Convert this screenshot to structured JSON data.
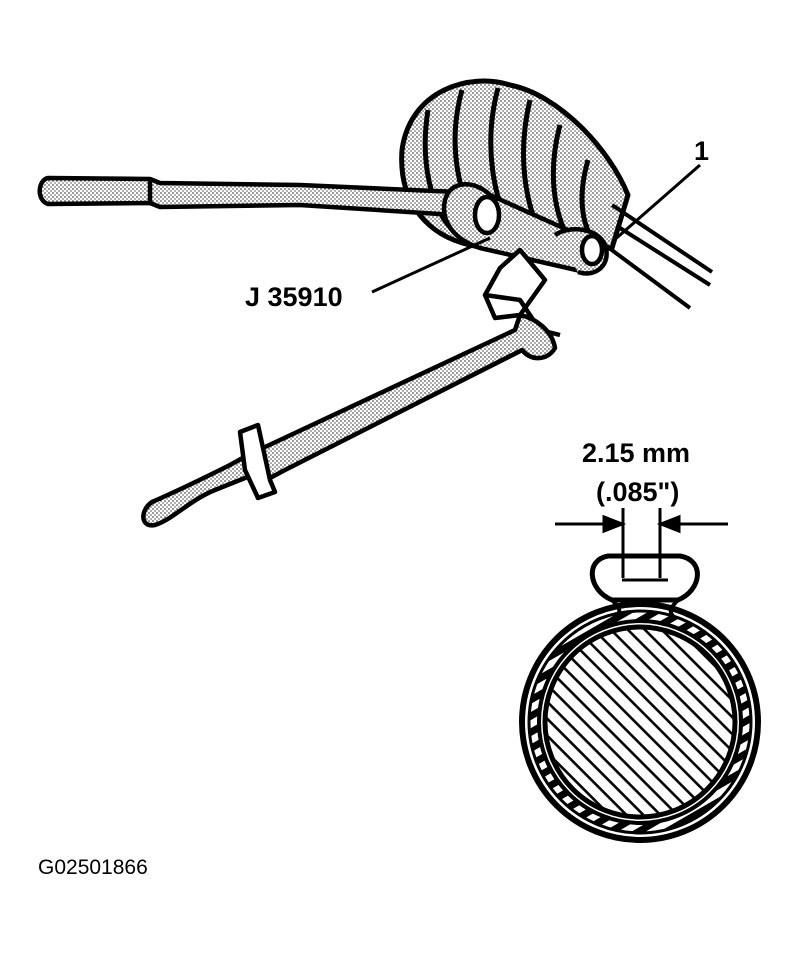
{
  "labels": {
    "callout_number": "1",
    "tool_number": "J 35910",
    "gap_metric": "2.15 mm",
    "gap_imperial": "(.085\")",
    "figure_code": "G02501866"
  },
  "colors": {
    "ink": "#000000",
    "paper": "#ffffff",
    "stipple": "#8a8a8a"
  }
}
